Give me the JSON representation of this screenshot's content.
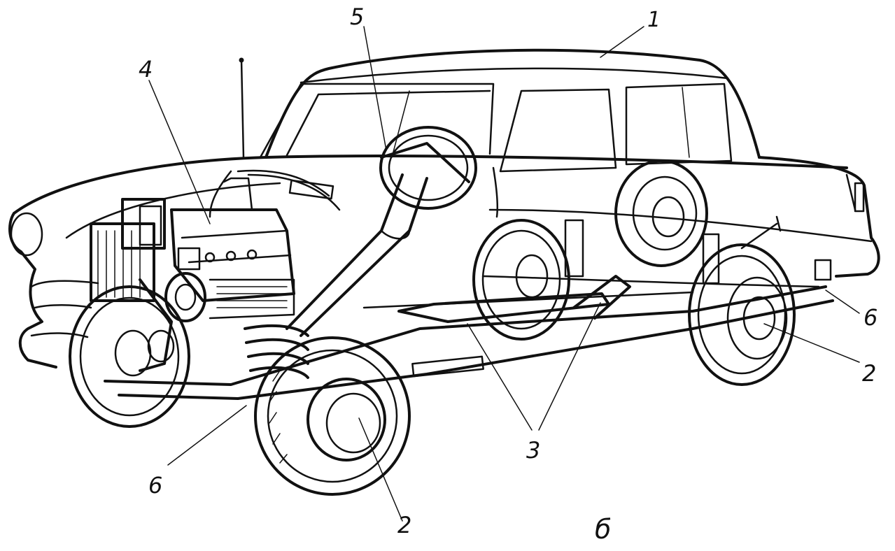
{
  "figure": {
    "panel_label": "б",
    "callouts": [
      {
        "id": "c1",
        "text": "1"
      },
      {
        "id": "c2a",
        "text": "2"
      },
      {
        "id": "c2b",
        "text": "2"
      },
      {
        "id": "c3",
        "text": "3"
      },
      {
        "id": "c4",
        "text": "4"
      },
      {
        "id": "c5",
        "text": "5"
      },
      {
        "id": "c6a",
        "text": "6"
      },
      {
        "id": "c6b",
        "text": "6"
      }
    ]
  }
}
